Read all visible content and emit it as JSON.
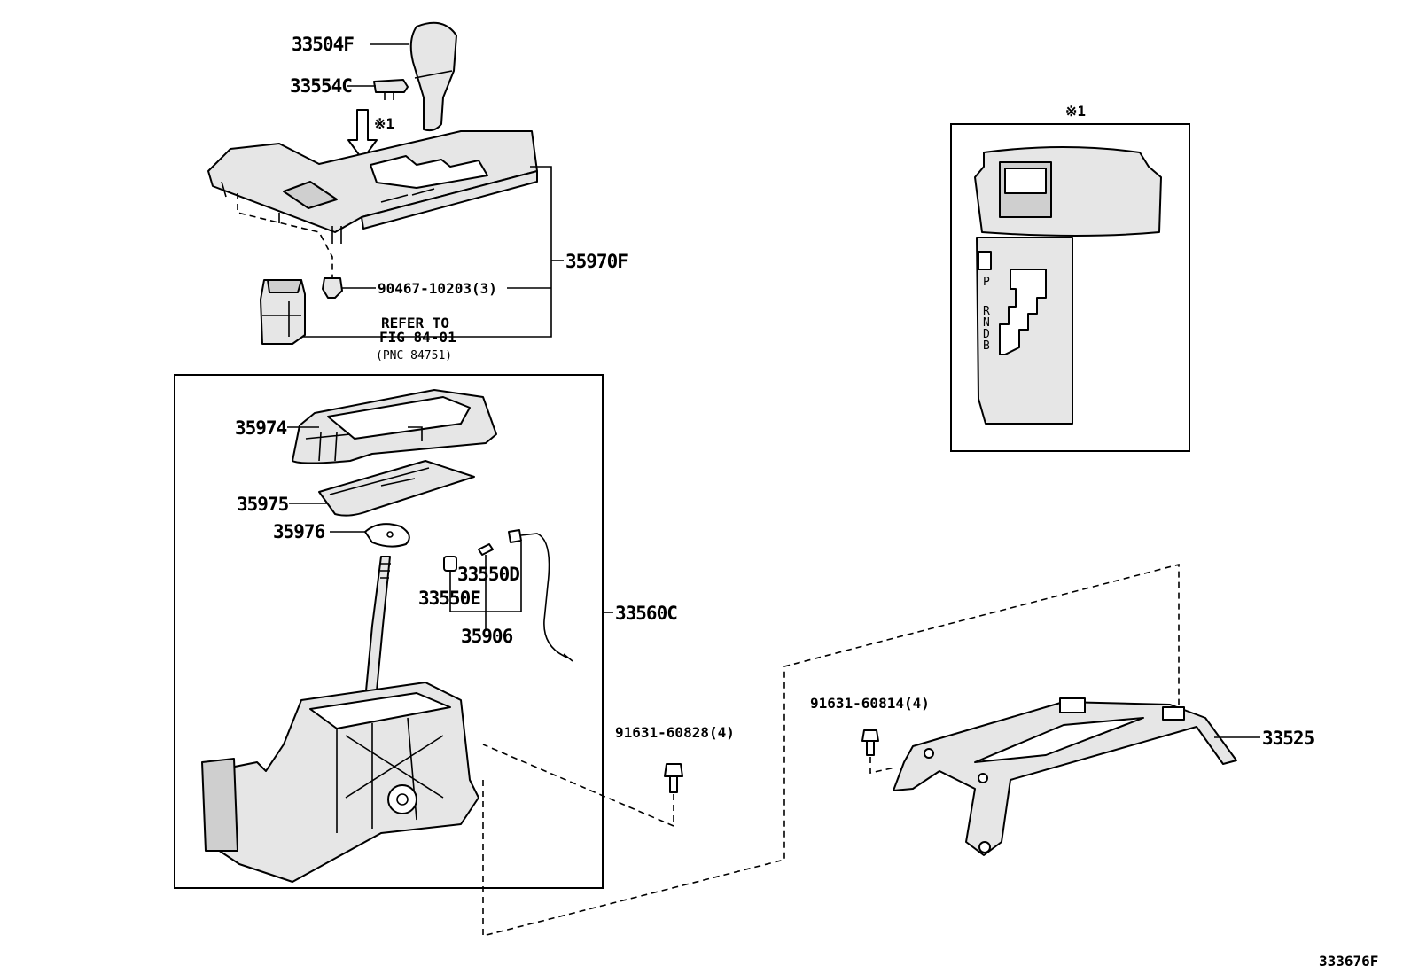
{
  "labels": {
    "knob": "33504F",
    "knob_insert": "33554C",
    "ref_mark": "※1",
    "bezel_assy": "35970F",
    "screw": "90467-10203(3)",
    "refer_line1": "REFER TO",
    "refer_line2": "FIG 84-01",
    "refer_line3": "(PNC 84751)",
    "detail_title": "※1",
    "indicator": "35974",
    "slide_plate": "35975",
    "plate": "35976",
    "bulb_d": "33550D",
    "bulb_e": "33550E",
    "harness": "35906",
    "shift_lever_assy": "33560C",
    "bolt_lever": "91631-60828(4)",
    "bolt_bracket": "91631-60814(4)",
    "bracket": "33525",
    "figure_id": "333676F"
  },
  "detail_marks": [
    "P",
    "R",
    "N",
    "D",
    "B"
  ],
  "icons": [
    "shift-knob-icon",
    "knob-insert-icon",
    "arrow-down-icon",
    "shift-bezel-icon",
    "switch-icon",
    "clip-icon",
    "indicator-housing-icon",
    "slide-plate-icon",
    "plate-icon",
    "shift-rod-icon",
    "bulb-icon",
    "harness-icon",
    "shift-lever-housing-icon",
    "bolt-icon",
    "bracket-icon"
  ]
}
